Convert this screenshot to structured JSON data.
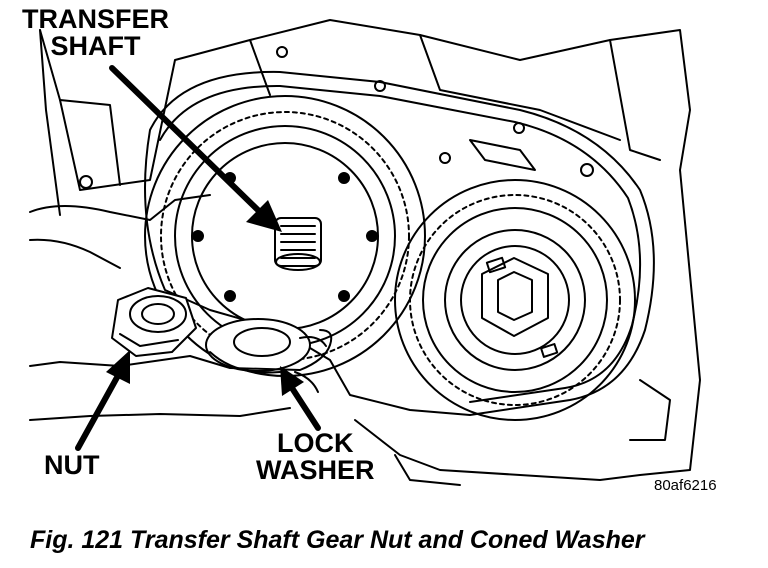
{
  "labels": {
    "transfer_shaft_line1": "TRANSFER",
    "transfer_shaft_line2": "SHAFT",
    "nut": "NUT",
    "lock_washer_line1": "LOCK",
    "lock_washer_line2": "WASHER"
  },
  "figure_code": "80af6216",
  "caption": "Fig. 121 Transfer Shaft Gear Nut and Coned Washer",
  "colors": {
    "ink": "#000000",
    "paper": "#ffffff"
  }
}
